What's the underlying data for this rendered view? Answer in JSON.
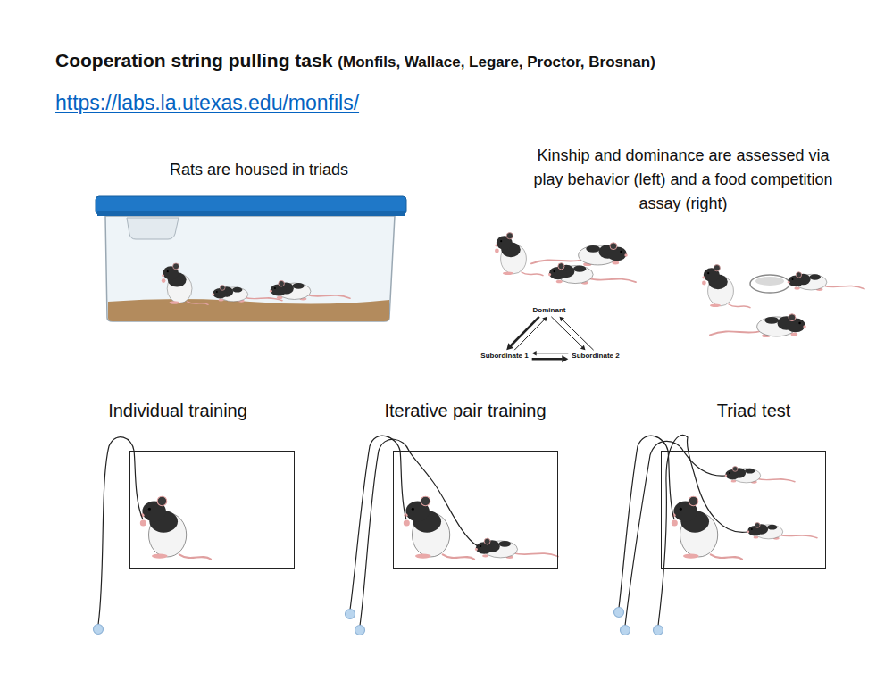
{
  "diagram": {
    "title": "Cooperation string pulling task",
    "nodes": [
      {
        "text": [
          "Dominant"
        ]
      },
      {
        "text": [
          "Subordinate 1"
        ]
      },
      {
        "text": [
          "Subordinate 2"
        ]
      },
      {
        "text": [
          "Individual training"
        ]
      },
      {
        "text": [
          "Iterative pair training"
        ]
      },
      {
        "text": [
          "Triad test"
        ]
      }
    ],
    "edges": [
      {
        "from": 0,
        "to": 1,
        "arrow": "to"
      },
      {
        "from": 1,
        "to": 0,
        "arrow": "to"
      },
      {
        "from": 0,
        "to": 2,
        "arrow": "to"
      },
      {
        "from": 2,
        "to": 0,
        "arrow": "to"
      },
      {
        "from": 1,
        "to": 2,
        "arrow": "to"
      },
      {
        "from": 2,
        "to": 1,
        "arrow": "to"
      }
    ],
    "labels": [
      "(Monfils, Wallace, Legare, Proctor, Brosnan)",
      "https://labs.la.utexas.edu/monfils/",
      "Rats are housed in triads",
      "Kinship and dominance are assessed via play behavior (left) and a food competition assay (right)"
    ]
  }
}
